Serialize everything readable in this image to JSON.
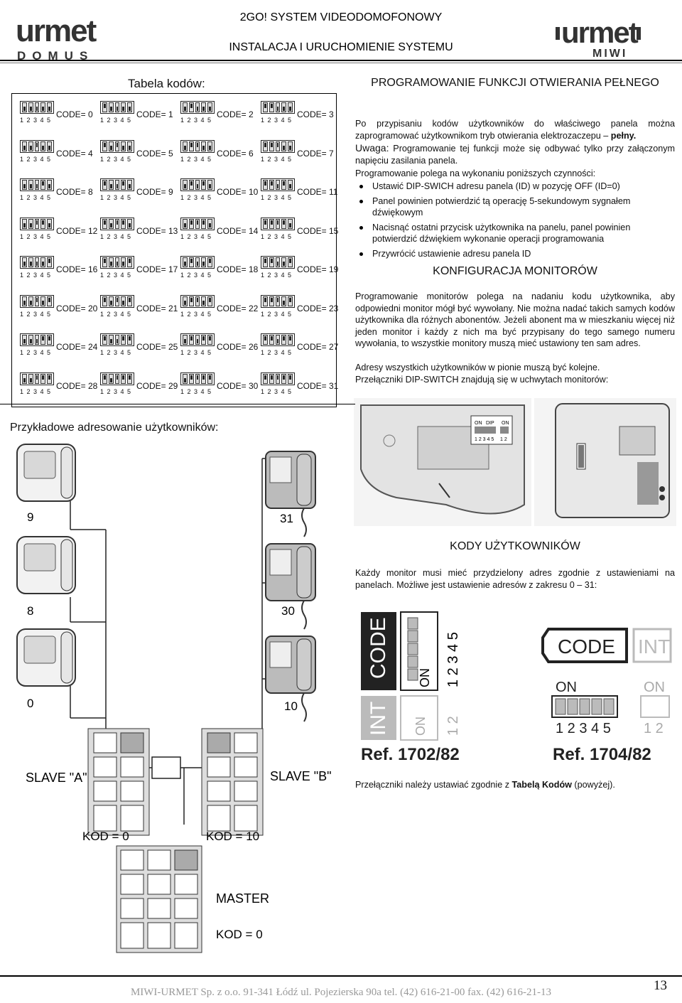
{
  "header": {
    "logo_left": "urmet DOMUS",
    "logo_right": "urmet MIWI",
    "line1": "2GO! SYSTEM VIDEODOMOFONOWY",
    "line2": "INSTALACJA I URUCHOMIENIE SYSTEMU"
  },
  "code_table": {
    "title": "Tabela kodów:",
    "dip_numbers": "1 2 3 4 5",
    "codes": [
      "CODE= 0",
      "CODE= 1",
      "CODE= 2",
      "CODE= 3",
      "CODE= 4",
      "CODE= 5",
      "CODE= 6",
      "CODE= 7",
      "CODE= 8",
      "CODE= 9",
      "CODE= 10",
      "CODE= 11",
      "CODE= 12",
      "CODE= 13",
      "CODE= 14",
      "CODE= 15",
      "CODE= 16",
      "CODE= 17",
      "CODE= 18",
      "CODE= 19",
      "CODE= 20",
      "CODE= 21",
      "CODE= 22",
      "CODE= 23",
      "CODE= 24",
      "CODE= 25",
      "CODE= 26",
      "CODE= 27",
      "CODE= 28",
      "CODE= 29",
      "CODE= 30",
      "CODE= 31"
    ]
  },
  "full_open": {
    "title": "PROGRAMOWANIE FUNKCJI OTWIERANIA PEŁNEGO",
    "p1_a": "Po przypisaniu kodów użytkowników do właściwego panela można zaprogramować użytkownikom tryb otwierania elektrozaczepu – ",
    "p1_b": "pełny.",
    "p2_a": "Uwaga:",
    "p2_b": " Programowanie tej funkcji może się odbywać tylko przy załączonym napięciu zasilania panela.",
    "p3": "Programowanie polega na wykonaniu poniższych czynności:",
    "bullets": [
      "Ustawić DIP-SWICH adresu panela (ID) w pozycję OFF (ID=0)",
      "Panel powinien potwierdzić tą operację 5-sekundowym sygnałem dźwiękowym",
      "Nacisnąć ostatni przycisk użytkownika na panelu, panel powinien potwierdzić dźwiękiem wykonanie operacji programowania",
      "Przywrócić ustawienie adresu panela ID"
    ]
  },
  "monitors": {
    "title": "KONFIGURACJA MONITORÓW",
    "p1": "Programowanie monitorów polega na nadaniu kodu użytkownika, aby odpowiedni monitor mógł być wywołany. Nie można nadać takich samych kodów użytkownika dla różnych abonentów. Jeżeli abonent ma w mieszkaniu więcej niż jeden monitor i każdy z nich ma być przypisany do tego samego numeru wywołania, to wszystkie monitory muszą mieć ustawiony ten sam adres.",
    "p2": "Adresy wszystkich użytkowników w pionie muszą być kolejne.",
    "p3": "Przełączniki DIP-SWITCH znajdują się w uchwytach monitorów:",
    "board_labels": [
      "ON",
      "DIP",
      "ON",
      "1 2 3 4 5",
      "1 2"
    ]
  },
  "user_codes": {
    "title": "KODY UŻYTKOWNIKÓW",
    "p1": "Każdy monitor musi mieć przydzielony adres zgodnie z ustawieniami na panelach. Możliwe jest ustawienie adresów z zakresu 0 – 31:",
    "ref1": "Ref. 1702/82",
    "ref2": "Ref. 1704/82",
    "code_word": "CODE",
    "int_word": "INT",
    "on_word": "ON",
    "sw5": "1 2 3 4 5",
    "sw2": "1 2",
    "p2_a": "Przełączniki należy ustawiać zgodnie z ",
    "p2_b": "Tabelą Kodów",
    "p2_c": " (powyżej)."
  },
  "example": {
    "title": "Przykładowe adresowanie użytkowników:",
    "monitors_left": [
      "9",
      "8",
      "0"
    ],
    "monitors_right": [
      "31",
      "30",
      "10"
    ],
    "slave_a": "SLAVE \"A\"",
    "slave_b": "SLAVE \"B\"",
    "kod_a": "KOD = 0",
    "kod_b": "KOD = 10",
    "master": "MASTER",
    "kod_master": "KOD = 0"
  },
  "footer": {
    "text": "MIWI-URMET Sp. z o.o.  91-341 Łódź ul. Pojezierska 90a  tel. (42) 616-21-00  fax. (42) 616-21-13",
    "page": "13"
  }
}
